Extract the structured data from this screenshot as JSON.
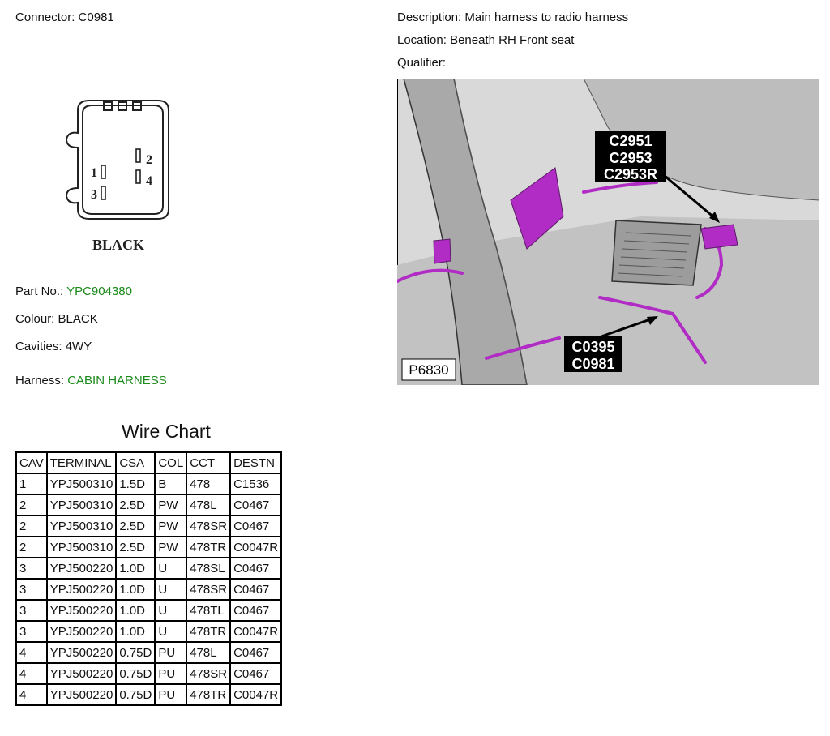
{
  "connector": {
    "label": "Connector:",
    "value": "C0981"
  },
  "description": {
    "label": "Description:",
    "value": "Main harness to radio harness"
  },
  "location": {
    "label": "Location:",
    "value": "Beneath RH Front seat"
  },
  "qualifier": {
    "label": "Qualifier:",
    "value": ""
  },
  "diagram": {
    "pins": [
      "1",
      "2",
      "3",
      "4"
    ],
    "colour_label": "BLACK"
  },
  "part": {
    "label": "Part No.:",
    "value": "YPC904380"
  },
  "colour": {
    "label": "Colour:",
    "value": "BLACK"
  },
  "cavities": {
    "label": "Cavities:",
    "value": "4WY"
  },
  "harness": {
    "label": "Harness:",
    "value": "CABIN HARNESS"
  },
  "photo": {
    "callouts_top": [
      "C2951",
      "C2953",
      "C2953R"
    ],
    "callouts_bottom": [
      "C0395",
      "C0981"
    ],
    "ref": "P6830",
    "colors": {
      "harness": "#b02cc4",
      "body": "#c9c9c9",
      "dark": "#2b2b2b"
    }
  },
  "wire_chart": {
    "title": "Wire Chart",
    "headers": [
      "CAV",
      "TERMINAL",
      "CSA",
      "COL",
      "CCT",
      "DESTN"
    ],
    "rows": [
      [
        "1",
        "YPJ500310",
        "1.5D",
        "B",
        "478",
        "C1536"
      ],
      [
        "2",
        "YPJ500310",
        "2.5D",
        "PW",
        "478L",
        "C0467"
      ],
      [
        "2",
        "YPJ500310",
        "2.5D",
        "PW",
        "478SR",
        "C0467"
      ],
      [
        "2",
        "YPJ500310",
        "2.5D",
        "PW",
        "478TR",
        "C0047R"
      ],
      [
        "3",
        "YPJ500220",
        "1.0D",
        "U",
        "478SL",
        "C0467"
      ],
      [
        "3",
        "YPJ500220",
        "1.0D",
        "U",
        "478SR",
        "C0467"
      ],
      [
        "3",
        "YPJ500220",
        "1.0D",
        "U",
        "478TL",
        "C0467"
      ],
      [
        "3",
        "YPJ500220",
        "1.0D",
        "U",
        "478TR",
        "C0047R"
      ],
      [
        "4",
        "YPJ500220",
        "0.75D",
        "PU",
        "478L",
        "C0467"
      ],
      [
        "4",
        "YPJ500220",
        "0.75D",
        "PU",
        "478SR",
        "C0467"
      ],
      [
        "4",
        "YPJ500220",
        "0.75D",
        "PU",
        "478TR",
        "C0047R"
      ]
    ]
  }
}
